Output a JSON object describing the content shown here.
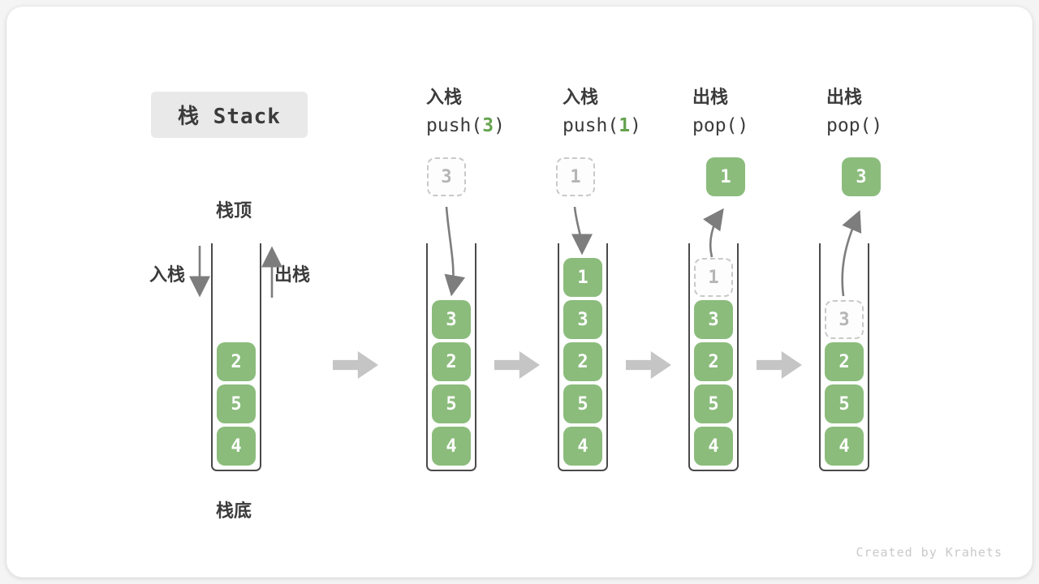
{
  "title": "栈 Stack",
  "labels": {
    "stack_top": "栈顶",
    "stack_bottom": "栈底",
    "push_side": "入栈",
    "pop_side": "出栈"
  },
  "colors": {
    "cell_green": "#8BBC7C",
    "arg_green": "#65A34E",
    "tube_stroke": "#4A4A4A",
    "thin_arrow": "#7D7D7D",
    "block_arrow": "#C5C5C5",
    "ghost_border": "#C9C9C9",
    "ghost_text": "#B5B5B5",
    "text_dark": "#3B3B3B",
    "title_bg": "#E9E9E9",
    "watermark": "#C9C9C9"
  },
  "stages": [
    {
      "name": "initial",
      "cells": [
        {
          "v": "2"
        },
        {
          "v": "5"
        },
        {
          "v": "4"
        }
      ]
    },
    {
      "name": "push-3",
      "op": {
        "label": "入栈",
        "code_pre": "push(",
        "arg": "3",
        "code_post": ")"
      },
      "float": {
        "style": "dashed",
        "value": "3"
      },
      "cells": [
        {
          "v": "3"
        },
        {
          "v": "2"
        },
        {
          "v": "5"
        },
        {
          "v": "4"
        }
      ]
    },
    {
      "name": "push-1",
      "op": {
        "label": "入栈",
        "code_pre": "push(",
        "arg": "1",
        "code_post": ")"
      },
      "float": {
        "style": "dashed",
        "value": "1"
      },
      "cells": [
        {
          "v": "1"
        },
        {
          "v": "3"
        },
        {
          "v": "2"
        },
        {
          "v": "5"
        },
        {
          "v": "4"
        }
      ]
    },
    {
      "name": "pop-1",
      "op": {
        "label": "出栈",
        "code_pre": "pop()",
        "arg": "",
        "code_post": ""
      },
      "float": {
        "style": "solid",
        "value": "1"
      },
      "cells": [
        {
          "v": "1",
          "ghost": true
        },
        {
          "v": "3"
        },
        {
          "v": "2"
        },
        {
          "v": "5"
        },
        {
          "v": "4"
        }
      ]
    },
    {
      "name": "pop-3",
      "op": {
        "label": "出栈",
        "code_pre": "pop()",
        "arg": "",
        "code_post": ""
      },
      "float": {
        "style": "solid",
        "value": "3"
      },
      "cells": [
        {
          "v": "3",
          "ghost": true
        },
        {
          "v": "2"
        },
        {
          "v": "5"
        },
        {
          "v": "4"
        }
      ]
    }
  ],
  "watermark": "Created by Krahets"
}
